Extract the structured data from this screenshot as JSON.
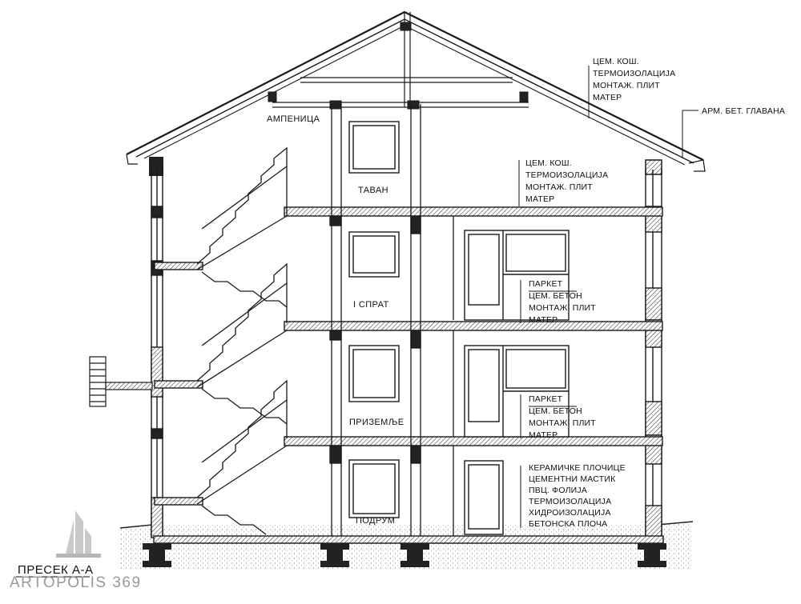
{
  "rooms": {
    "ampenica": "АМПЕНИЦА",
    "tavan": "ТАВАН",
    "sprat": "I СПРАТ",
    "prizemlje": "ПРИЗЕМЉЕ",
    "podrum": "ПОДРУМ"
  },
  "notes": {
    "roof": [
      "ЦЕМ. КОШ.",
      "ТЕРМОИЗОЛАЦИЈА",
      "МОНТАЖ. ПЛИТ",
      "МАТЕР"
    ],
    "gutter": "АРМ. БЕТ. ГЛАВАНА",
    "attic_floor": [
      "ЦЕМ. КОШ.",
      "ТЕРМОИЗОЛАЦИЈА",
      "МОНТАЖ. ПЛИТ",
      "МАТЕР"
    ],
    "first_floor": [
      "ПАРКЕТ",
      "ЦЕМ. БЕТОН",
      "МОНТАЖ. ПЛИТ",
      "МАТЕР"
    ],
    "ground_floor": [
      "ПАРКЕТ",
      "ЦЕМ. БЕТОН",
      "МОНТАЖ. ПЛИТ",
      "МАТЕР"
    ],
    "basement_floor": [
      "КЕРАМИЧКЕ ПЛОЧИЦЕ",
      "ЦЕМЕНТНИ МАСТИК",
      "ПВЦ. ФОЛИЈА",
      "ТЕРМОИЗОЛАЦИЈА",
      "ХИДРОИЗОЛАЦИЈА",
      "БЕТОНСКА ПЛОЧА"
    ]
  },
  "title": "ПРЕСЕК А-А",
  "watermark": "ARTOPOLIS 369"
}
